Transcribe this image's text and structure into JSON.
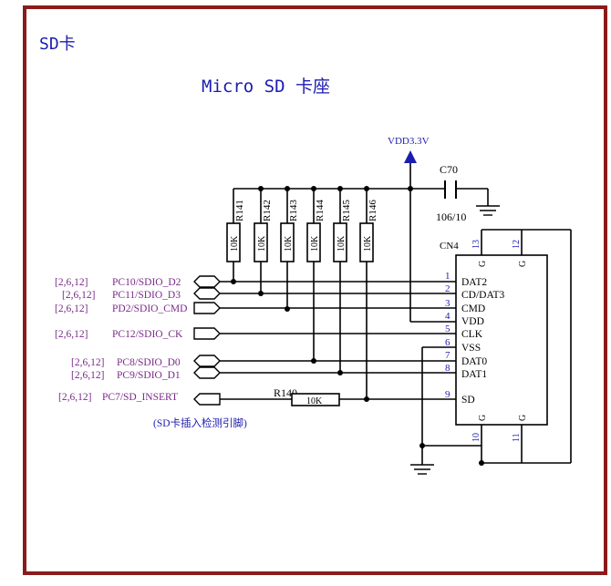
{
  "sheet_title": "SD卡",
  "subtitle": "Micro SD 卡座",
  "power": {
    "label": "VDD3.3V"
  },
  "capacitor": {
    "ref": "C70",
    "value": "106/10"
  },
  "connector": {
    "ref": "CN4",
    "pins": [
      {
        "num": "1",
        "name": "DAT2"
      },
      {
        "num": "2",
        "name": "CD/DAT3"
      },
      {
        "num": "3",
        "name": "CMD"
      },
      {
        "num": "4",
        "name": "VDD"
      },
      {
        "num": "5",
        "name": "CLK"
      },
      {
        "num": "6",
        "name": "VSS"
      },
      {
        "num": "7",
        "name": ""
      },
      {
        "num": "8",
        "name": "DAT0"
      },
      {
        "num": "9",
        "name": "SD"
      }
    ],
    "ground_pins": [
      {
        "num": "13",
        "name": "G"
      },
      {
        "num": "12",
        "name": "G"
      },
      {
        "num": "10",
        "name": "G"
      },
      {
        "num": "11",
        "name": "G"
      }
    ],
    "pin8_name": "DAT1"
  },
  "pullups": [
    {
      "ref": "R141",
      "value": "10K"
    },
    {
      "ref": "R142",
      "value": "10K"
    },
    {
      "ref": "R143",
      "value": "10K"
    },
    {
      "ref": "R144",
      "value": "10K"
    },
    {
      "ref": "R145",
      "value": "10K"
    },
    {
      "ref": "R146",
      "value": "10K"
    }
  ],
  "series_resistor": {
    "ref": "R140",
    "value": "10K"
  },
  "signals": [
    {
      "ref": "[2,6,12]",
      "name": "PC10/SDIO_D2"
    },
    {
      "ref": "[2,6,12]",
      "name": "PC11/SDIO_D3"
    },
    {
      "ref": "[2,6,12]",
      "name": "PD2/SDIO_CMD"
    },
    {
      "ref": "[2,6,12]",
      "name": "PC12/SDIO_CK"
    },
    {
      "ref": "[2,6,12]",
      "name": "PC8/SDIO_D0"
    },
    {
      "ref": "[2,6,12]",
      "name": "PC9/SDIO_D1"
    },
    {
      "ref": "[2,6,12]",
      "name": "PC7/SD_INSERT"
    }
  ],
  "note": "(SD卡插入检测引脚)",
  "colors": {
    "frame": "#8b1a1a",
    "title": "#1c1cb0",
    "net_label": "#7a2a8a",
    "wire": "#000000"
  }
}
